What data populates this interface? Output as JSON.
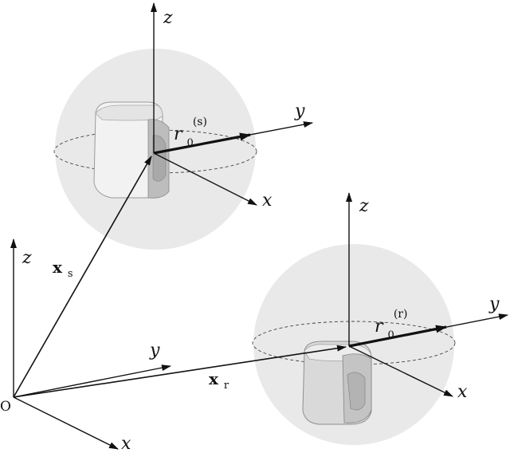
{
  "origin": {
    "label": "O"
  },
  "global_axes": {
    "x": "x",
    "y": "y",
    "z": "z"
  },
  "vectors": {
    "xs": {
      "label": "x",
      "subscript": "s"
    },
    "xr": {
      "label": "x",
      "subscript": "r"
    }
  },
  "source_frame": {
    "axes": {
      "x": "x",
      "y": "y",
      "z": "z"
    },
    "radius": {
      "label": "r",
      "subscript": "0",
      "superscript": "(s)"
    }
  },
  "receiver_frame": {
    "axes": {
      "x": "x",
      "y": "y",
      "z": "z"
    },
    "radius": {
      "label": "r",
      "subscript": "0",
      "superscript": "(r)"
    }
  },
  "colors": {
    "sphere": "#e9e9e9",
    "line": "#111111",
    "body_light": "#f0f0f0",
    "body_dark": "#bdbdbd"
  }
}
